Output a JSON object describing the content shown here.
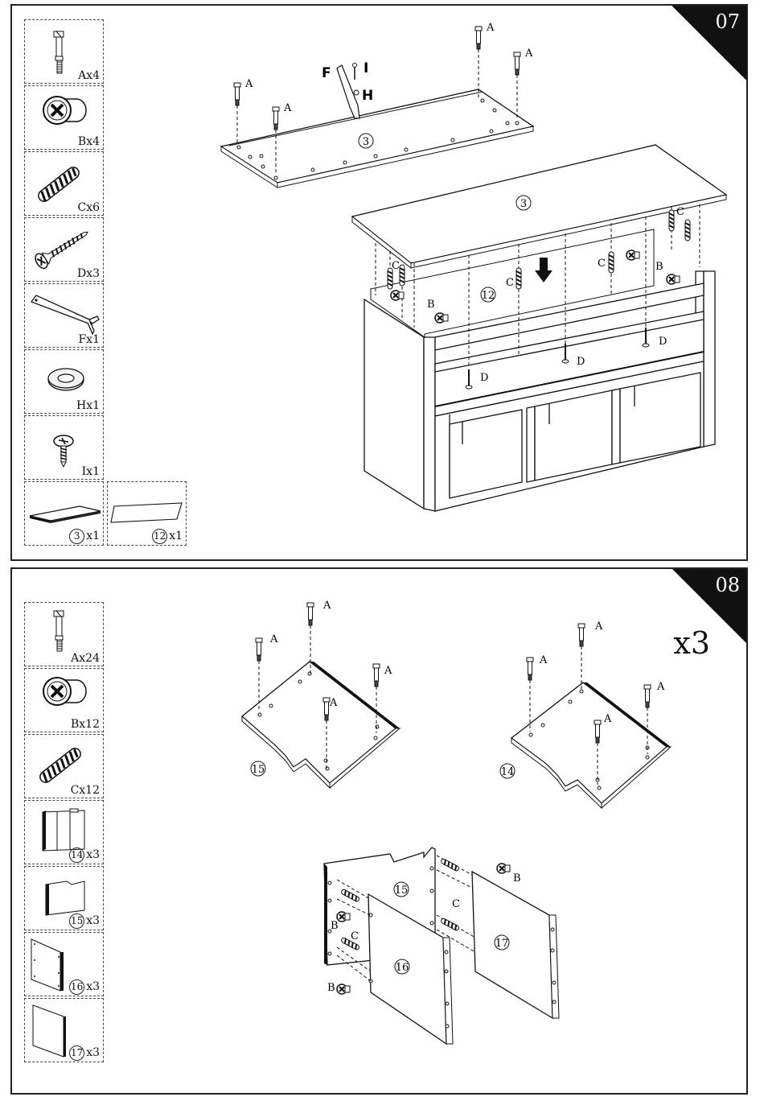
{
  "step07": {
    "step_number": "07",
    "parts": [
      {
        "icon": "cam-bolt-icon",
        "label": "Ax4"
      },
      {
        "icon": "cam-lock-icon",
        "label": "Bx4"
      },
      {
        "icon": "wood-dowel-icon",
        "label": "Cx6"
      },
      {
        "icon": "screw-icon",
        "label": "Dx3"
      },
      {
        "icon": "metal-strap-icon",
        "label": "Fx1"
      },
      {
        "icon": "washer-icon",
        "label": "Hx1"
      },
      {
        "icon": "pan-head-screw-icon",
        "label": "Ix1"
      }
    ],
    "boards": [
      {
        "id": "3",
        "qty": "x1"
      },
      {
        "id": "12",
        "qty": "x1"
      }
    ],
    "callouts": {
      "A": "A",
      "B": "B",
      "C": "C",
      "D": "D",
      "F": "F",
      "H": "H",
      "I": "I",
      "board_top": "3",
      "board_back": "12"
    }
  },
  "step08": {
    "step_number": "08",
    "multiplier": "x3",
    "parts": [
      {
        "icon": "cam-bolt-icon",
        "label": "Ax24"
      },
      {
        "icon": "cam-lock-icon",
        "label": "Bx12"
      },
      {
        "icon": "wood-dowel-icon",
        "label": "Cx12"
      }
    ],
    "boards": [
      {
        "id": "14",
        "qty": "x3"
      },
      {
        "id": "15",
        "qty": "x3"
      },
      {
        "id": "16",
        "qty": "x3"
      },
      {
        "id": "17",
        "qty": "x3"
      }
    ],
    "callouts": {
      "A": "A",
      "B": "B",
      "C": "C",
      "board14": "14",
      "board15": "15",
      "board16": "16",
      "board17": "17"
    }
  }
}
